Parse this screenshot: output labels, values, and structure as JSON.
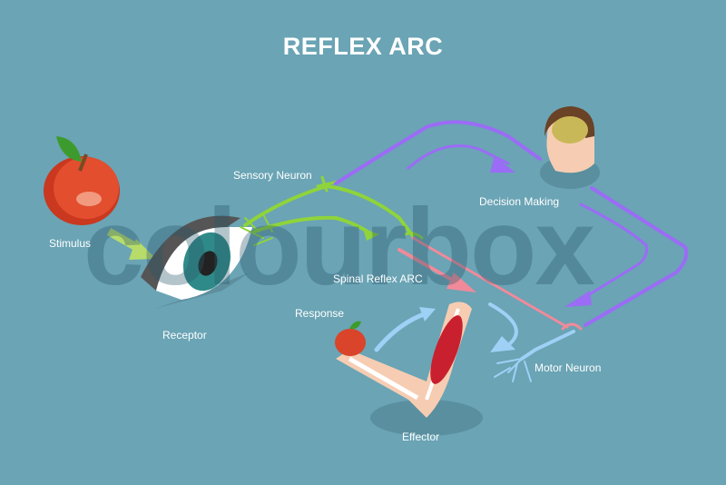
{
  "title": "REFLEX ARC",
  "labels": {
    "stimulus": "Stimulus",
    "receptor": "Receptor",
    "sensory_neuron": "Sensory Neuron",
    "spinal_reflex_arc": "Spinal Reflex ARC",
    "decision_making": "Decision Making",
    "response": "Response",
    "motor_neuron": "Motor Neuron",
    "effector": "Effector"
  },
  "watermark": "colourbox",
  "colors": {
    "background": "#6aa4b5",
    "sensory": "#8fd43a",
    "brain_path": "#9b6cf5",
    "reflex": "#f08a9a",
    "motor": "#9fd0f5",
    "apple": "#d9442a"
  }
}
